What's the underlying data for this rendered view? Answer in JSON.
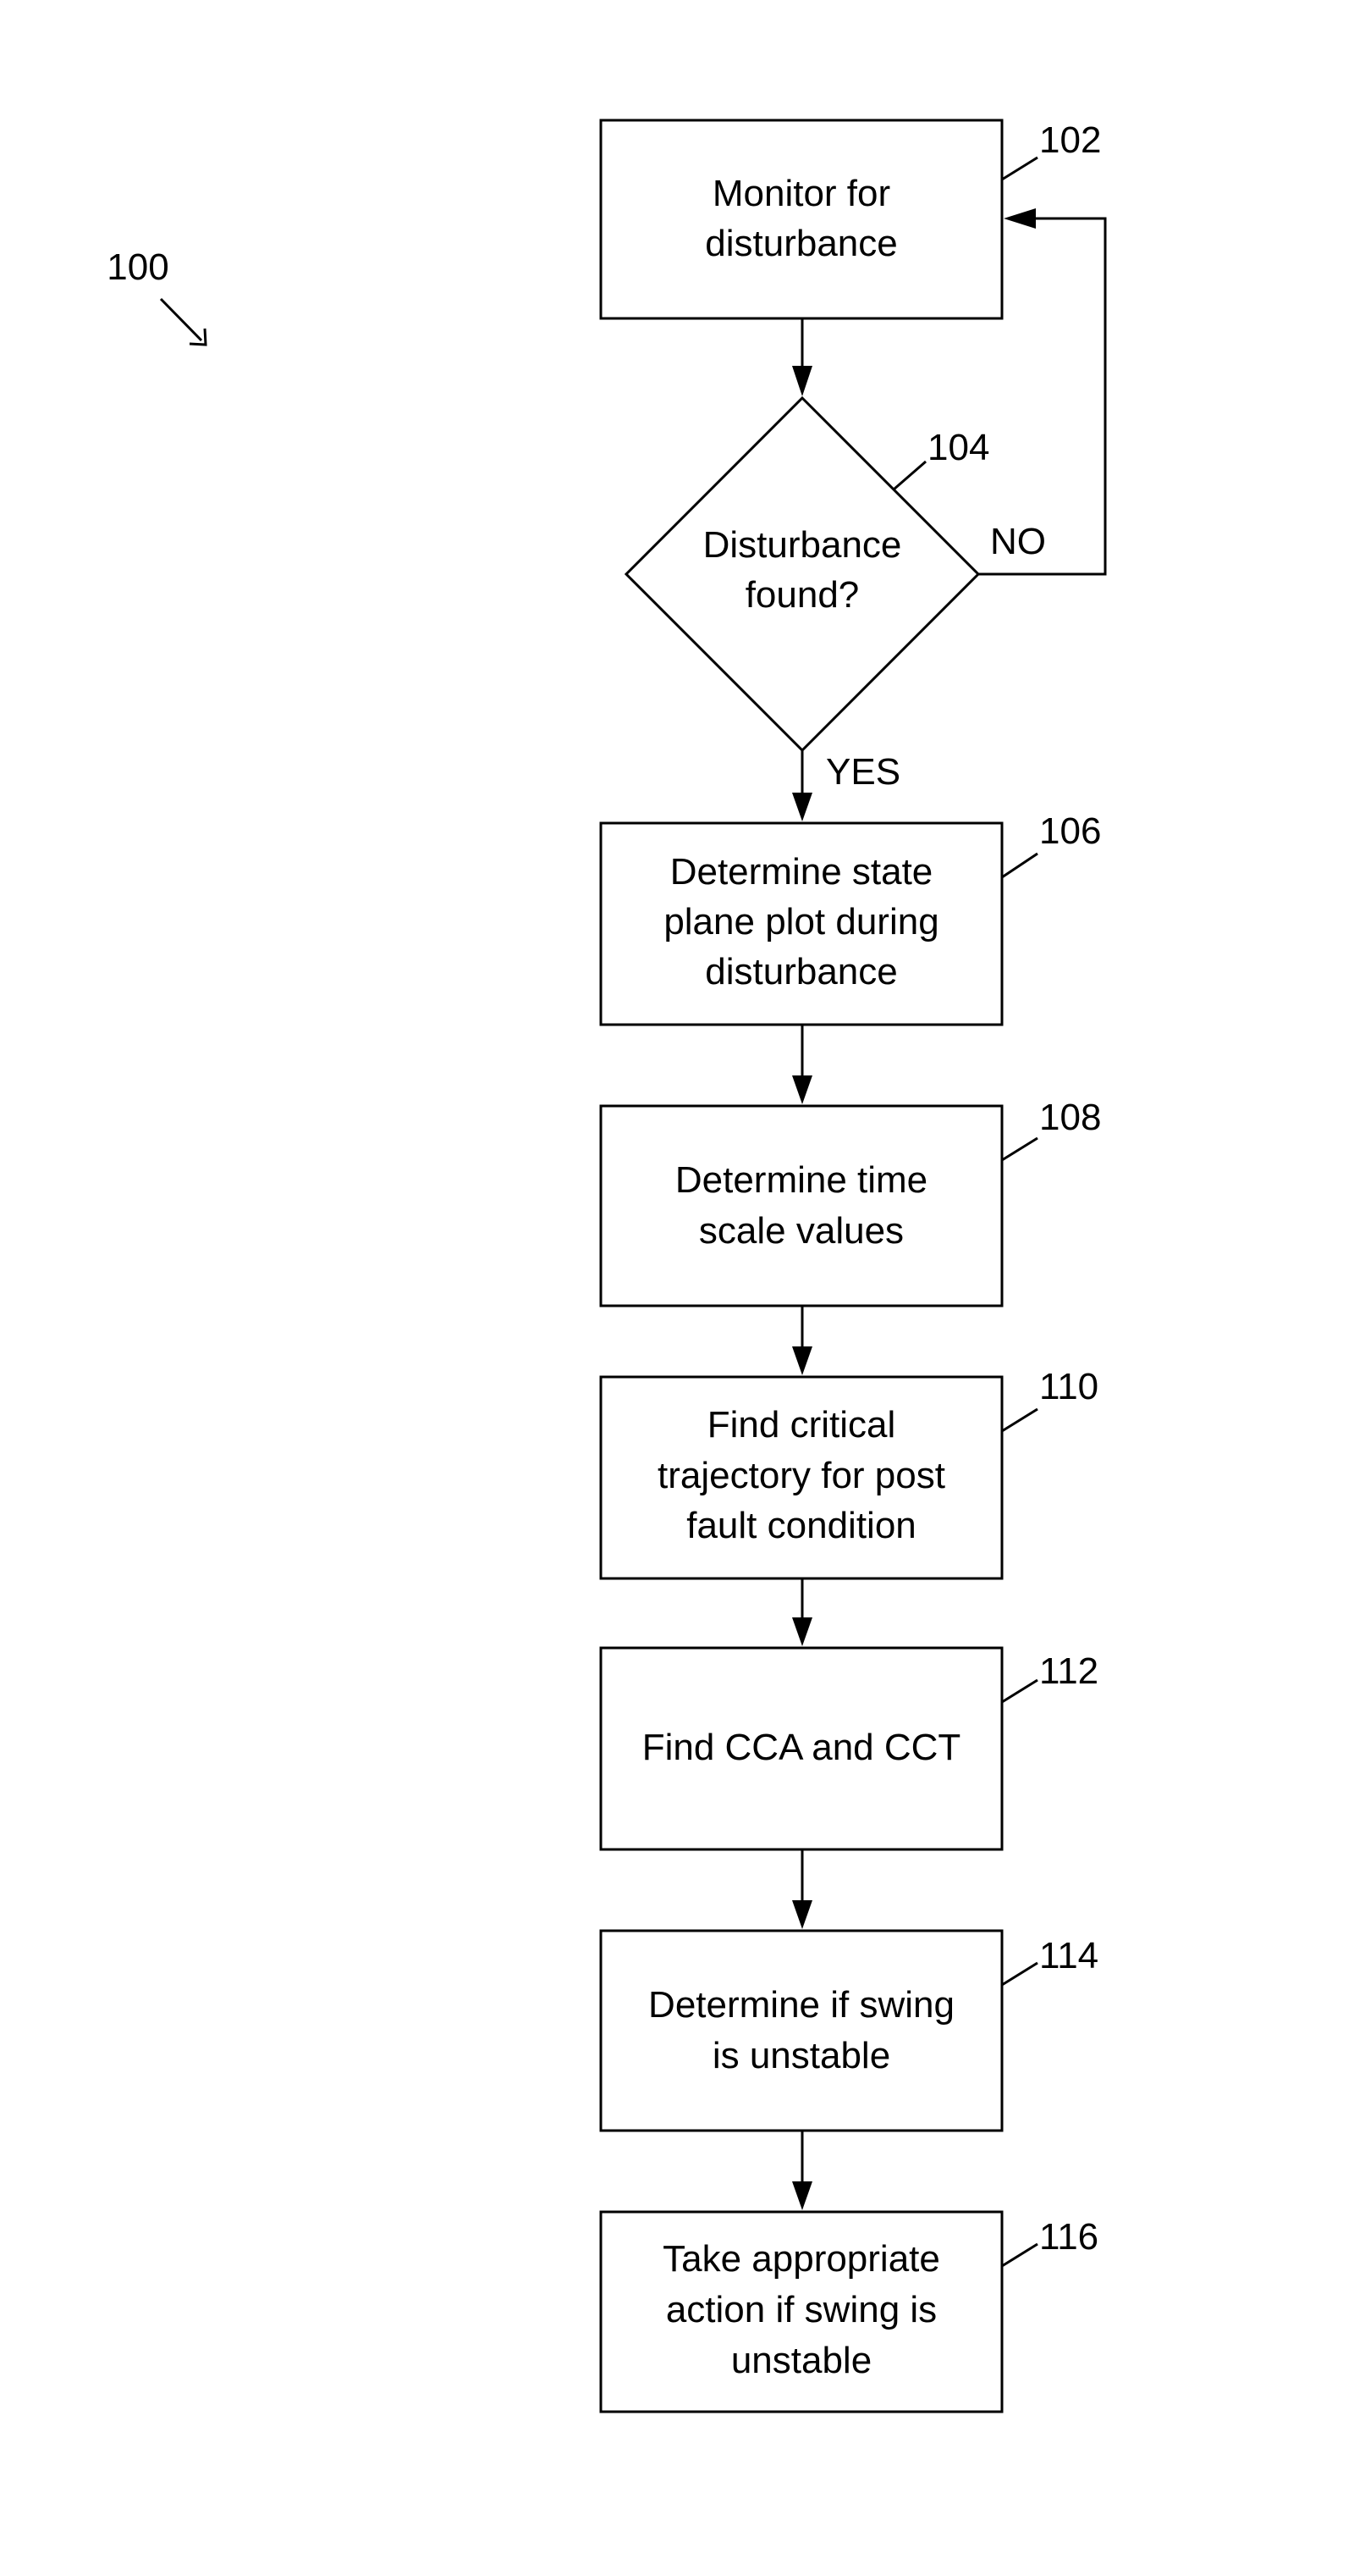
{
  "diagram": {
    "figure_ref": "100",
    "nodes": [
      {
        "id": "n102",
        "ref": "102",
        "shape": "process",
        "lines": [
          "Monitor for",
          "disturbance"
        ]
      },
      {
        "id": "n104",
        "ref": "104",
        "shape": "decision",
        "lines": [
          "Disturbance",
          "found?"
        ]
      },
      {
        "id": "n106",
        "ref": "106",
        "shape": "process",
        "lines": [
          "Determine state",
          "plane plot during",
          "disturbance"
        ]
      },
      {
        "id": "n108",
        "ref": "108",
        "shape": "process",
        "lines": [
          "Determine time",
          "scale values"
        ]
      },
      {
        "id": "n110",
        "ref": "110",
        "shape": "process",
        "lines": [
          "Find critical",
          "trajectory for post",
          "fault condition"
        ]
      },
      {
        "id": "n112",
        "ref": "112",
        "shape": "process",
        "lines": [
          "Find CCA and CCT"
        ]
      },
      {
        "id": "n114",
        "ref": "114",
        "shape": "process",
        "lines": [
          "Determine if swing",
          "is unstable"
        ]
      },
      {
        "id": "n116",
        "ref": "116",
        "shape": "process",
        "lines": [
          "Take appropriate",
          "action if swing is",
          "unstable"
        ]
      }
    ],
    "edges": [
      {
        "from": "n102",
        "to": "n104",
        "label": ""
      },
      {
        "from": "n104",
        "to": "n102",
        "label": "NO"
      },
      {
        "from": "n104",
        "to": "n106",
        "label": "YES"
      },
      {
        "from": "n106",
        "to": "n108",
        "label": ""
      },
      {
        "from": "n108",
        "to": "n110",
        "label": ""
      },
      {
        "from": "n110",
        "to": "n112",
        "label": ""
      },
      {
        "from": "n112",
        "to": "n114",
        "label": ""
      },
      {
        "from": "n114",
        "to": "n116",
        "label": ""
      }
    ]
  }
}
